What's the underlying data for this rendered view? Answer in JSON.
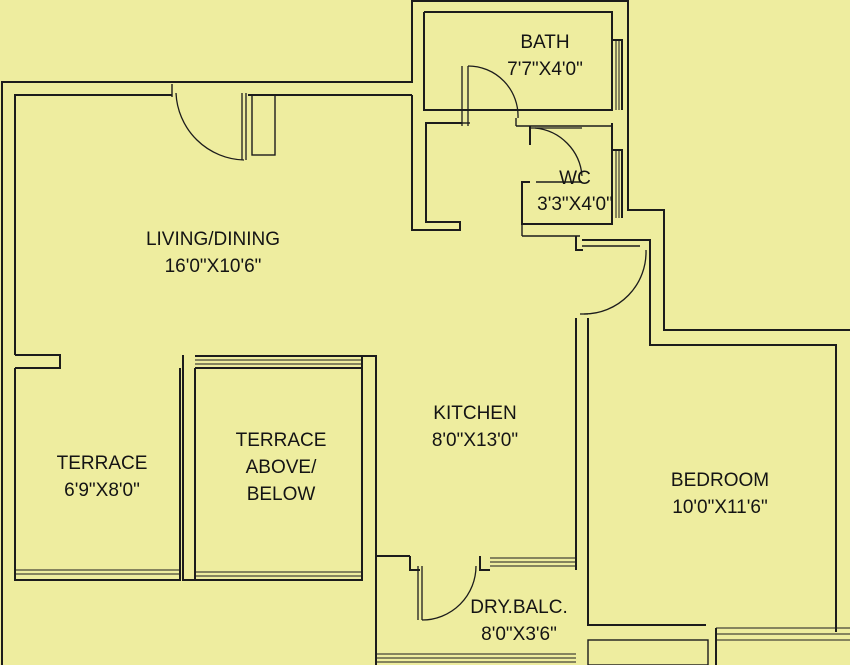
{
  "rooms": {
    "bath": {
      "name": "BATH",
      "size": "7'7\"X4'0\""
    },
    "wc": {
      "name": "WC",
      "size": "3'3\"X4'0\""
    },
    "living": {
      "name": "LIVING/DINING",
      "size": "16'0\"X10'6\""
    },
    "terrace": {
      "name": "TERRACE",
      "size": "6'9\"X8'0\""
    },
    "terrace_above": {
      "line1": "TERRACE",
      "line2": "ABOVE/",
      "line3": "BELOW"
    },
    "kitchen": {
      "name": "KITCHEN",
      "size": "8'0\"X13'0\""
    },
    "bedroom": {
      "name": "BEDROOM",
      "size": "10'0\"X11'6\""
    },
    "dry_balcony": {
      "name": "DRY.BALC.",
      "size": "8'0\"X3'6\""
    }
  },
  "colors": {
    "background": "#eeed9f",
    "walls": "#1c1c1c"
  }
}
